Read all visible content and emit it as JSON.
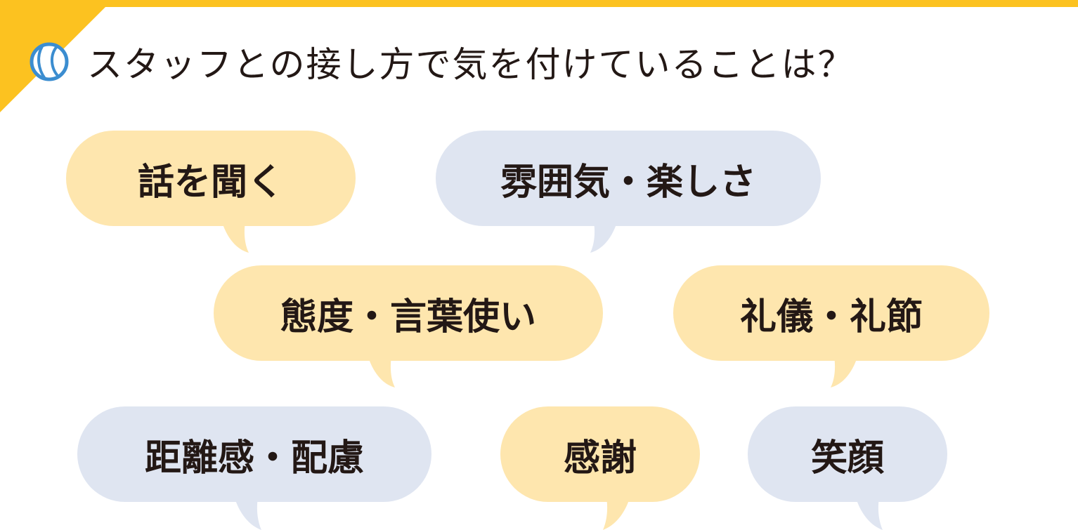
{
  "colors": {
    "accent": "#fcc220",
    "yellow_bubble": "#fee6ae",
    "blue_bubble": "#dfe5f1",
    "text": "#231815",
    "icon": "#3b8dd0"
  },
  "header": {
    "icon": "tennis-ball-icon",
    "title": "スタッフとの接し方で気を付けていることは？"
  },
  "bubbles": [
    {
      "label": "話を聞く",
      "color": "yellow"
    },
    {
      "label": "雰囲気・楽しさ",
      "color": "blue"
    },
    {
      "label": "態度・言葉使い",
      "color": "yellow"
    },
    {
      "label": "礼儀・礼節",
      "color": "yellow"
    },
    {
      "label": "距離感・配慮",
      "color": "blue"
    },
    {
      "label": "感謝",
      "color": "yellow"
    },
    {
      "label": "笑顔",
      "color": "blue"
    }
  ]
}
